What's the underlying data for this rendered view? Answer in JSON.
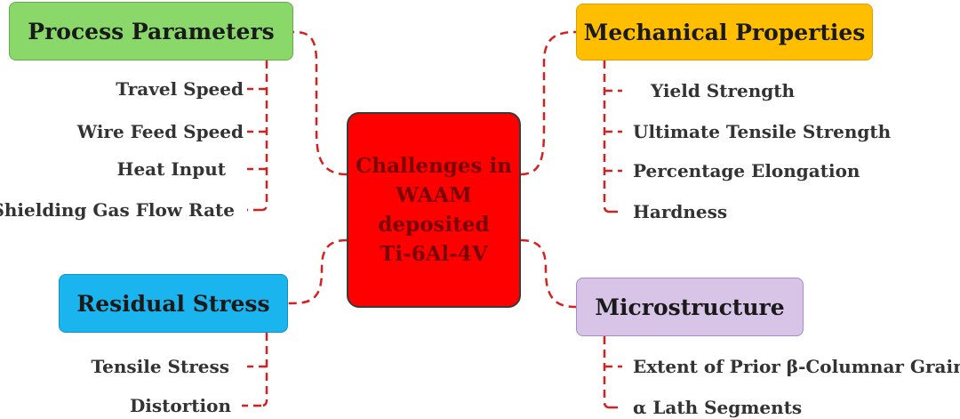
{
  "center": {
    "lines": [
      "Challenges in",
      "WAAM",
      "deposited",
      "Ti-6Al-4V"
    ]
  },
  "process_parameters": {
    "title": "Process Parameters",
    "items": [
      "Travel Speed",
      "Wire Feed Speed",
      "Heat Input",
      "Shielding Gas Flow Rate"
    ]
  },
  "mechanical_properties": {
    "title": "Mechanical Properties",
    "items": [
      "Yield Strength",
      "Ultimate Tensile Strength",
      "Percentage Elongation",
      "Hardness"
    ]
  },
  "residual_stress": {
    "title": "Residual Stress",
    "items": [
      "Tensile Stress",
      "Distortion"
    ]
  },
  "microstructure": {
    "title": "Microstructure",
    "items": [
      "Extent of Prior β-Columnar Grain",
      "α Lath Segments"
    ]
  },
  "colors": {
    "center_fill": "#ff0000",
    "process_fill": "#8ad86a",
    "mechanical_fill": "#ffbe00",
    "residual_fill": "#1ab4ee",
    "micro_fill": "#d7c4e6",
    "connector": "#d42020"
  }
}
